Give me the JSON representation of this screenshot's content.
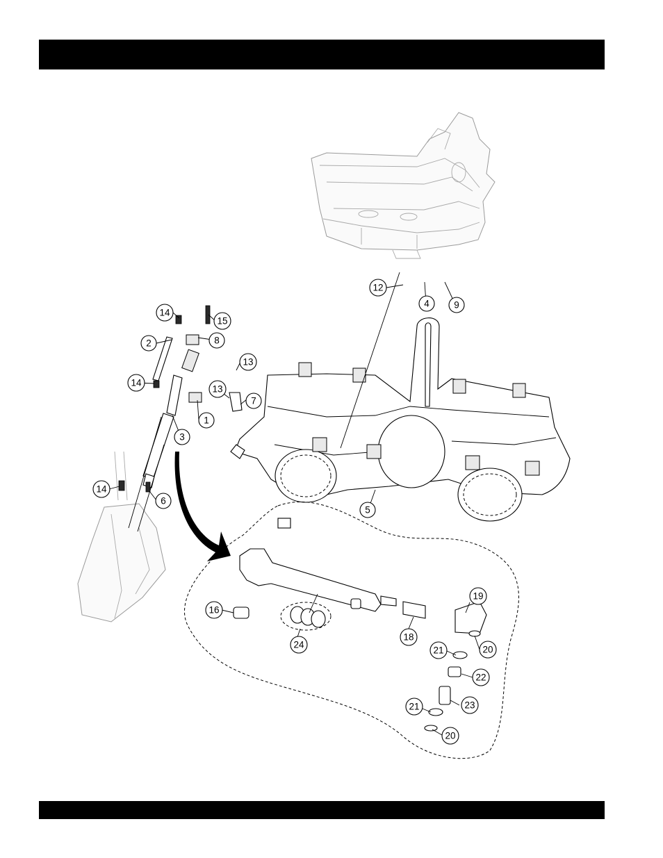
{
  "header_bar": {
    "text": ""
  },
  "footer_bar": {
    "text": ""
  },
  "callouts": [
    {
      "id": "c1",
      "label": "1"
    },
    {
      "id": "c2",
      "label": "2"
    },
    {
      "id": "c3",
      "label": "3"
    },
    {
      "id": "c4",
      "label": "4"
    },
    {
      "id": "c5",
      "label": "5"
    },
    {
      "id": "c6",
      "label": "6"
    },
    {
      "id": "c7",
      "label": "7"
    },
    {
      "id": "c8",
      "label": "8"
    },
    {
      "id": "c9",
      "label": "9"
    },
    {
      "id": "c12",
      "label": "12"
    },
    {
      "id": "c13a",
      "label": "13"
    },
    {
      "id": "c13b",
      "label": "13"
    },
    {
      "id": "c14a",
      "label": "14"
    },
    {
      "id": "c14b",
      "label": "14"
    },
    {
      "id": "c14c",
      "label": "14"
    },
    {
      "id": "c15",
      "label": "15"
    },
    {
      "id": "c16",
      "label": "16"
    },
    {
      "id": "c18",
      "label": "18"
    },
    {
      "id": "c19",
      "label": "19"
    },
    {
      "id": "c20a",
      "label": "20"
    },
    {
      "id": "c20b",
      "label": "20"
    },
    {
      "id": "c21a",
      "label": "21"
    },
    {
      "id": "c21b",
      "label": "21"
    },
    {
      "id": "c22",
      "label": "22"
    },
    {
      "id": "c23",
      "label": "23"
    },
    {
      "id": "c24",
      "label": "24"
    }
  ]
}
